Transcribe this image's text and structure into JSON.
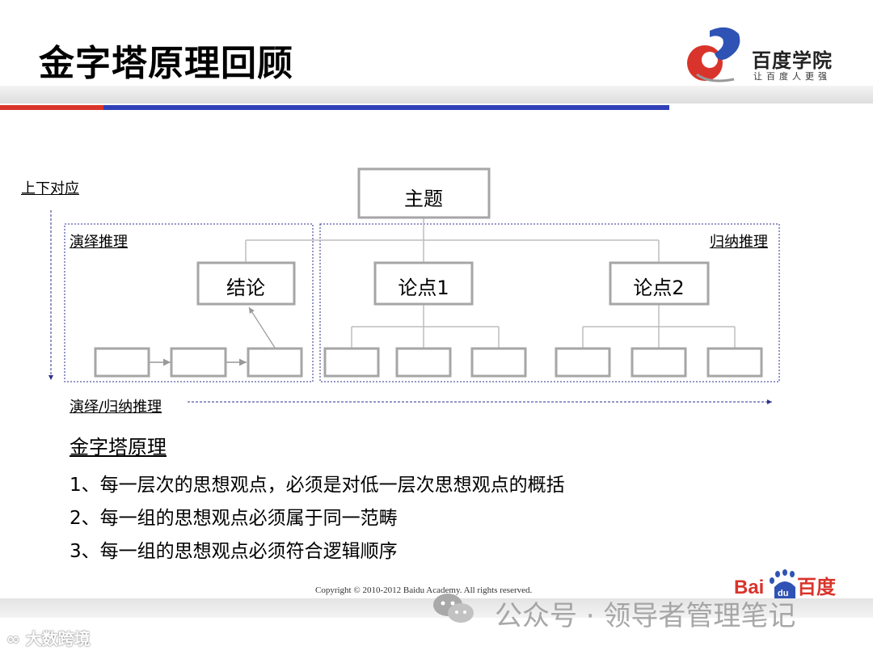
{
  "slide": {
    "title": "金字塔原理回顾",
    "logo": {
      "name": "百度学院",
      "slogan": "让百度人更强"
    },
    "colors": {
      "accent_red": "#d9342b",
      "accent_blue": "#3040b8",
      "box_gray": "#a6a6a6",
      "dotted_navy": "#2b2f8c"
    }
  },
  "diagram": {
    "labels": {
      "top_bottom": "上下对应",
      "deduction": "演绎推理",
      "induction": "归纳推理",
      "bottom_axis": "演绎/归纳推理"
    },
    "nodes": {
      "topic": "主题",
      "conclusion": "结论",
      "point1": "论点1",
      "point2": "论点2"
    }
  },
  "principle": {
    "heading": "金字塔原理",
    "rules": [
      "1、每一层次的思想观点，必须是对低一层次思想观点的概括",
      "2、每一组的思想观点必须属于同一范畴",
      "3、每一组的思想观点必须符合逻辑顺序"
    ]
  },
  "footer": {
    "copyright": "Copyright © 2010-2012 Baidu Academy. All rights reserved.",
    "brand": {
      "latin": "Bai",
      "du": "du",
      "cn": "百度"
    }
  },
  "watermark": {
    "main": "公众号 · 领导者管理笔记",
    "corner": "大数跨境"
  }
}
